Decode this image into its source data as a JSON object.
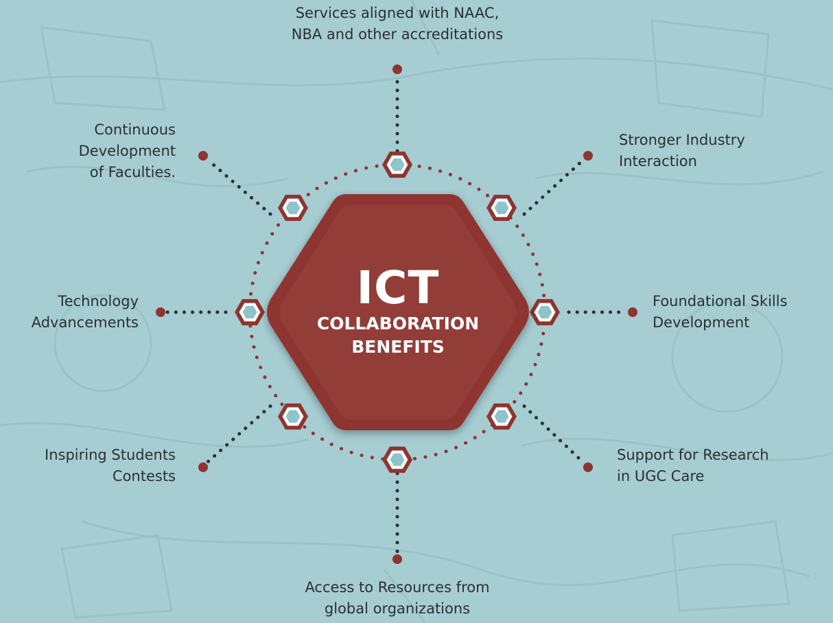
{
  "center": {
    "title": "ICT",
    "subtitle_line1": "COLLABORATION",
    "subtitle_line2": "BENEFITS"
  },
  "benefits": [
    {
      "lines": [
        "Services aligned with NAAC,",
        "NBA and other accreditations"
      ]
    },
    {
      "lines": [
        "Stronger Industry",
        "Interaction"
      ]
    },
    {
      "lines": [
        "Foundational Skills",
        "Development"
      ]
    },
    {
      "lines": [
        "Support for Research",
        "in UGC Care"
      ]
    },
    {
      "lines": [
        "Access to Resources from",
        "global organizations"
      ]
    },
    {
      "lines": [
        "Inspiring Students",
        "Contests"
      ]
    },
    {
      "lines": [
        "Technology",
        "Advancements"
      ]
    },
    {
      "lines": [
        "Continuous",
        "Development",
        "of Faculties."
      ]
    }
  ],
  "colors": {
    "background": "#a6cdd2",
    "accent": "#8e3530",
    "node_fill": "#8fc4cb",
    "dots_dark": "#2a2f33",
    "text": "#2a2f33"
  }
}
